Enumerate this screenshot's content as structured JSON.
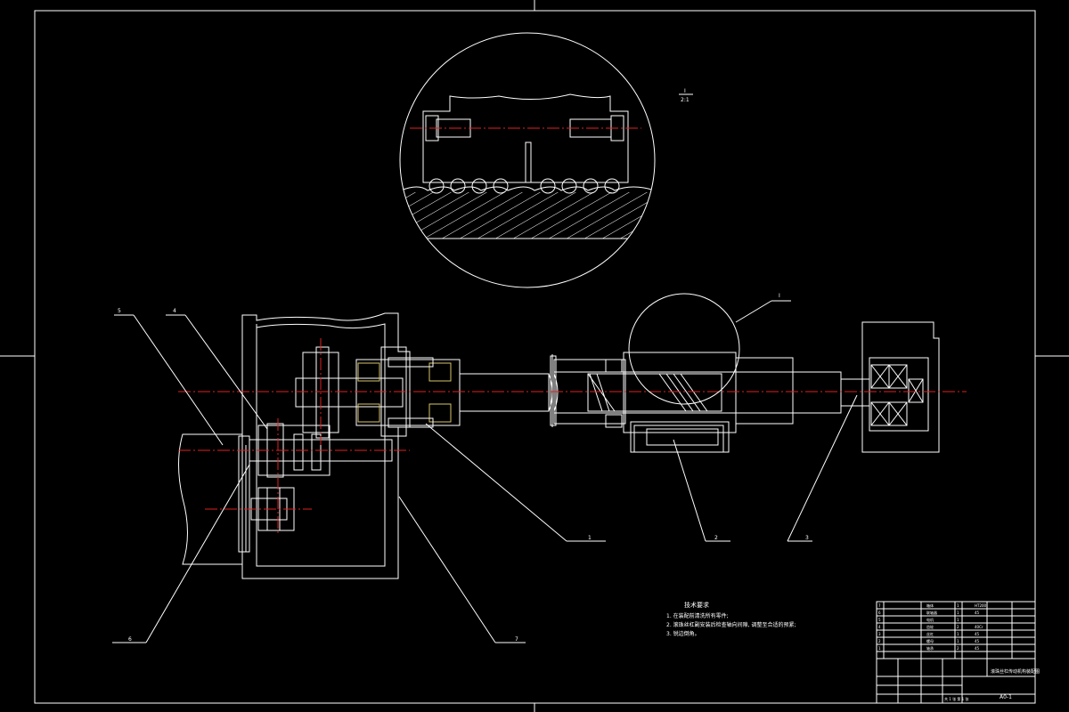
{
  "drawing": {
    "detail_label_top": "I",
    "detail_scale": "2:1",
    "detail_callout": "I"
  },
  "callouts": [
    {
      "id": "c1",
      "text": "1"
    },
    {
      "id": "c2",
      "text": "2"
    },
    {
      "id": "c3",
      "text": "3"
    },
    {
      "id": "c4",
      "text": "4"
    },
    {
      "id": "c5",
      "text": "5"
    },
    {
      "id": "c6",
      "text": "6"
    },
    {
      "id": "c7",
      "text": "7"
    }
  ],
  "tech_requirements": {
    "title": "技术要求",
    "lines": [
      "1. 在装配前清洗所有零件;",
      "2. 滚珠丝杠副安装后检查轴向间隙, 调整至合适的预紧;",
      "3. 锐边倒角。"
    ]
  },
  "title_block": {
    "drawing_no": "A0-1",
    "title": "滚珠丝杠传动机构装配图",
    "scale_cells": [
      "共 1 张  第 1 张"
    ],
    "bom": [
      {
        "no": "7",
        "name": "箱体",
        "qty": "1",
        "material": "HT200"
      },
      {
        "no": "6",
        "name": "联轴器",
        "qty": "1",
        "material": "45"
      },
      {
        "no": "5",
        "name": "电机",
        "qty": "1",
        "material": ""
      },
      {
        "no": "4",
        "name": "齿轮",
        "qty": "2",
        "material": "40Cr"
      },
      {
        "no": "3",
        "name": "丝杠",
        "qty": "1",
        "material": "45"
      },
      {
        "no": "2",
        "name": "螺母",
        "qty": "1",
        "material": "45"
      },
      {
        "no": "1",
        "name": "轴承",
        "qty": "2",
        "material": "45"
      }
    ]
  },
  "colors": {
    "line": "#ffffff",
    "hatch": "#c33cc3",
    "centerline": "#e02020",
    "bearing": "#d9c36a"
  }
}
